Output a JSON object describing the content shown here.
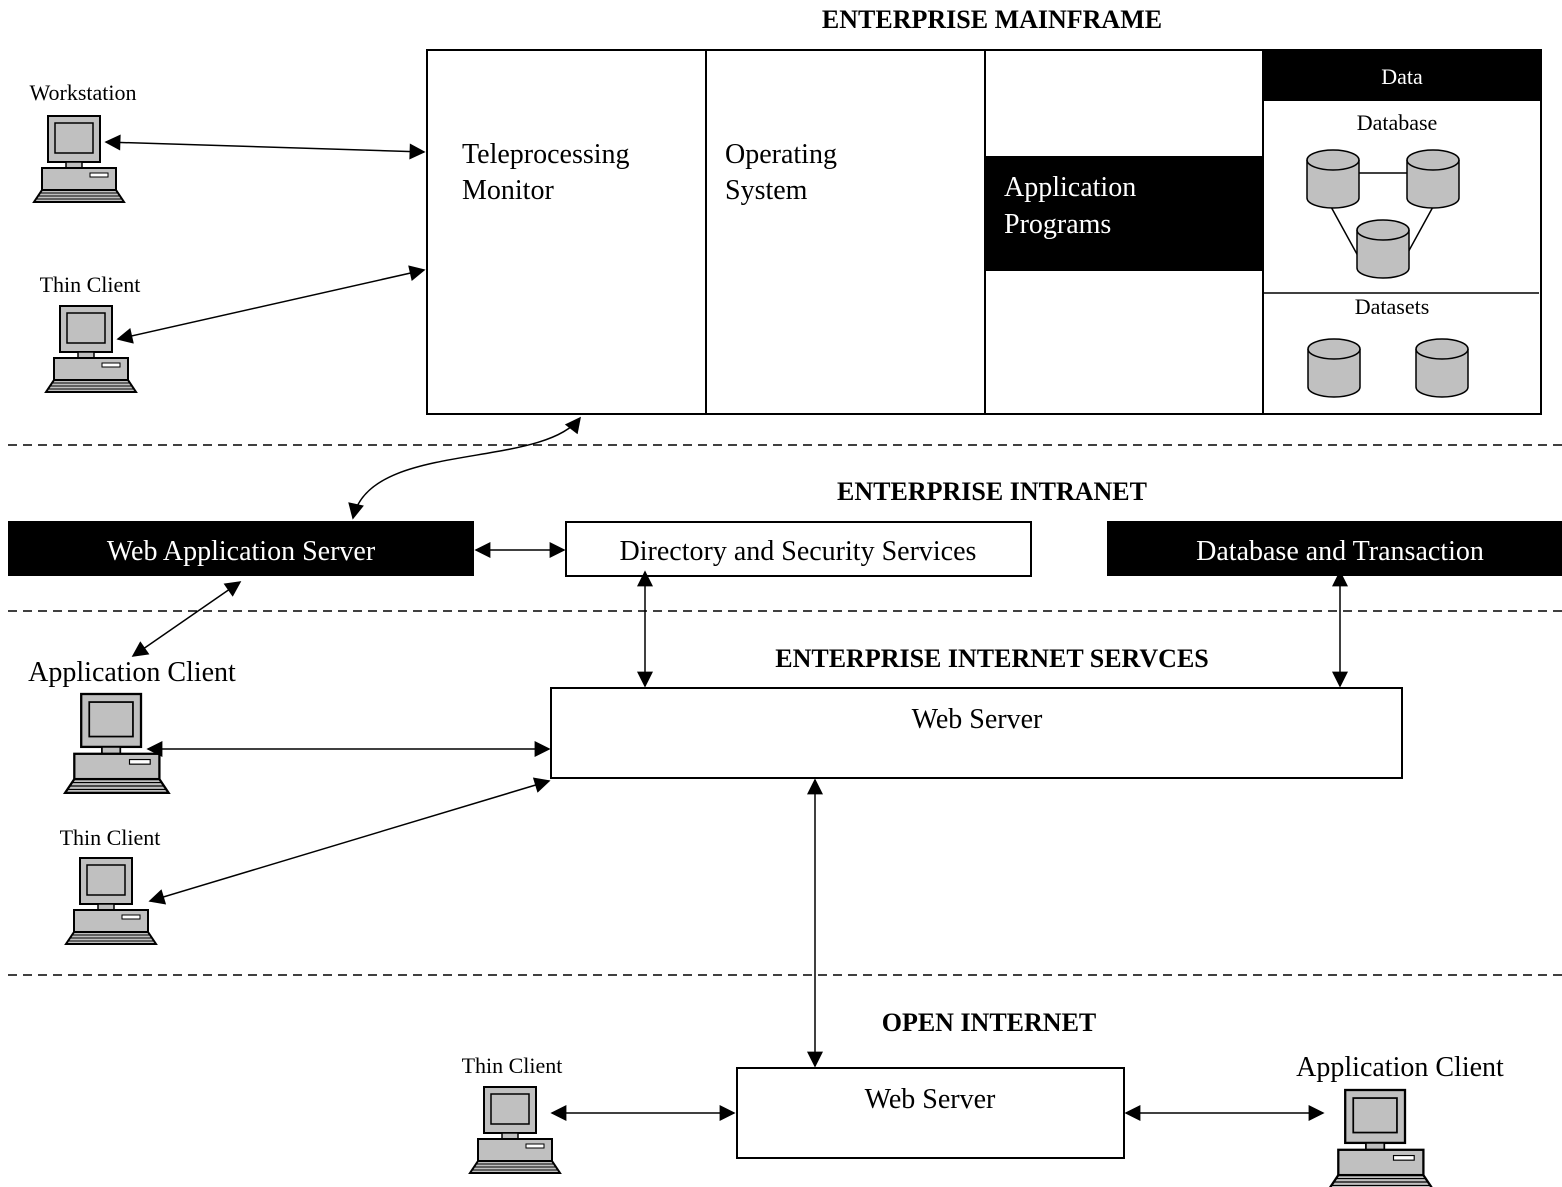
{
  "zones": {
    "mainframe": "ENTERPRISE MAINFRAME",
    "intranet": "ENTERPRISE INTRANET",
    "internet_services": "ENTERPRISE INTERNET SERVCES",
    "open_internet": "OPEN INTERNET"
  },
  "mainframe": {
    "tp_monitor": [
      "Teleprocessing",
      "Monitor"
    ],
    "operating_system": [
      "Operating",
      "System"
    ],
    "application_programs": [
      "Application",
      "Programs"
    ],
    "data_header": "Data",
    "database": "Database",
    "datasets": "Datasets"
  },
  "clients": {
    "workstation": "Workstation",
    "thin_client_1": "Thin Client",
    "application_client_1": "Application Client",
    "thin_client_2": "Thin Client",
    "thin_client_3": "Thin Client",
    "application_client_2": "Application Client"
  },
  "intranet": {
    "web_app_server": "Web Application Server",
    "directory_security": "Directory and Security Services",
    "db_transaction": "Database and Transaction"
  },
  "internet_services": {
    "web_server": "Web Server"
  },
  "open_internet": {
    "web_server": "Web Server"
  },
  "colors": {
    "ink": "#000000",
    "paper": "#ffffff",
    "device_fill": "#c0c0c0"
  }
}
